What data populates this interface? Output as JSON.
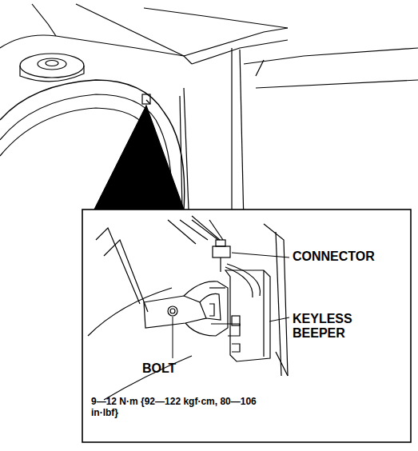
{
  "diagram": {
    "labels": [
      "CONNECTOR",
      "KEYLESS BEEPER",
      "BOLT",
      "9—12 N·m {92—122 kgf·cm, 80—106 in·lbf}"
    ]
  }
}
